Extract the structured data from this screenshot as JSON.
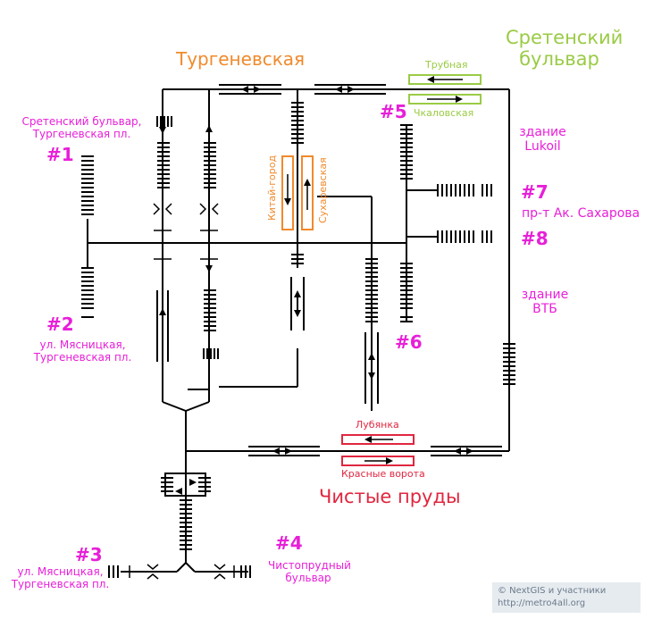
{
  "stations": {
    "turgenevskaya": "Тургеневская",
    "sretensky_bulvar": "Сретенский бульвар",
    "chistye_prudy": "Чистые пруды"
  },
  "platforms": {
    "trubnaya": "Трубная",
    "chkalovskaya": "Чкаловская",
    "kitay_gorod": "Китай-город",
    "sukharevskaya": "Сухаревская",
    "lubyanka": "Лубянка",
    "krasnye_vorota": "Красные ворота"
  },
  "exits": [
    {
      "num": "#1",
      "desc": "Сретенский бульвар, Тургеневская пл."
    },
    {
      "num": "#2",
      "desc": "ул. Мясницкая, Тургеневская пл."
    },
    {
      "num": "#3",
      "desc": "ул. Мясницкая, Тургеневская пл."
    },
    {
      "num": "#4",
      "desc": "Чистопрудный бульвар"
    },
    {
      "num": "#5",
      "desc": ""
    },
    {
      "num": "#6",
      "desc": ""
    },
    {
      "num": "#7",
      "desc": "пр-т Ак. Сахарова"
    },
    {
      "num": "#8",
      "desc": ""
    }
  ],
  "buildings": {
    "lukoil": "здание Lukoil",
    "vtb": "здание ВТБ"
  },
  "copyright": {
    "line1": "© NextGIS и участники",
    "line2": "http://metro4all.org"
  },
  "colors": {
    "orange_line": "#f08a2c",
    "green_line": "#9acb45",
    "red_line": "#e0263f",
    "exit_magenta": "#e81fd8",
    "lines": "#000000"
  }
}
